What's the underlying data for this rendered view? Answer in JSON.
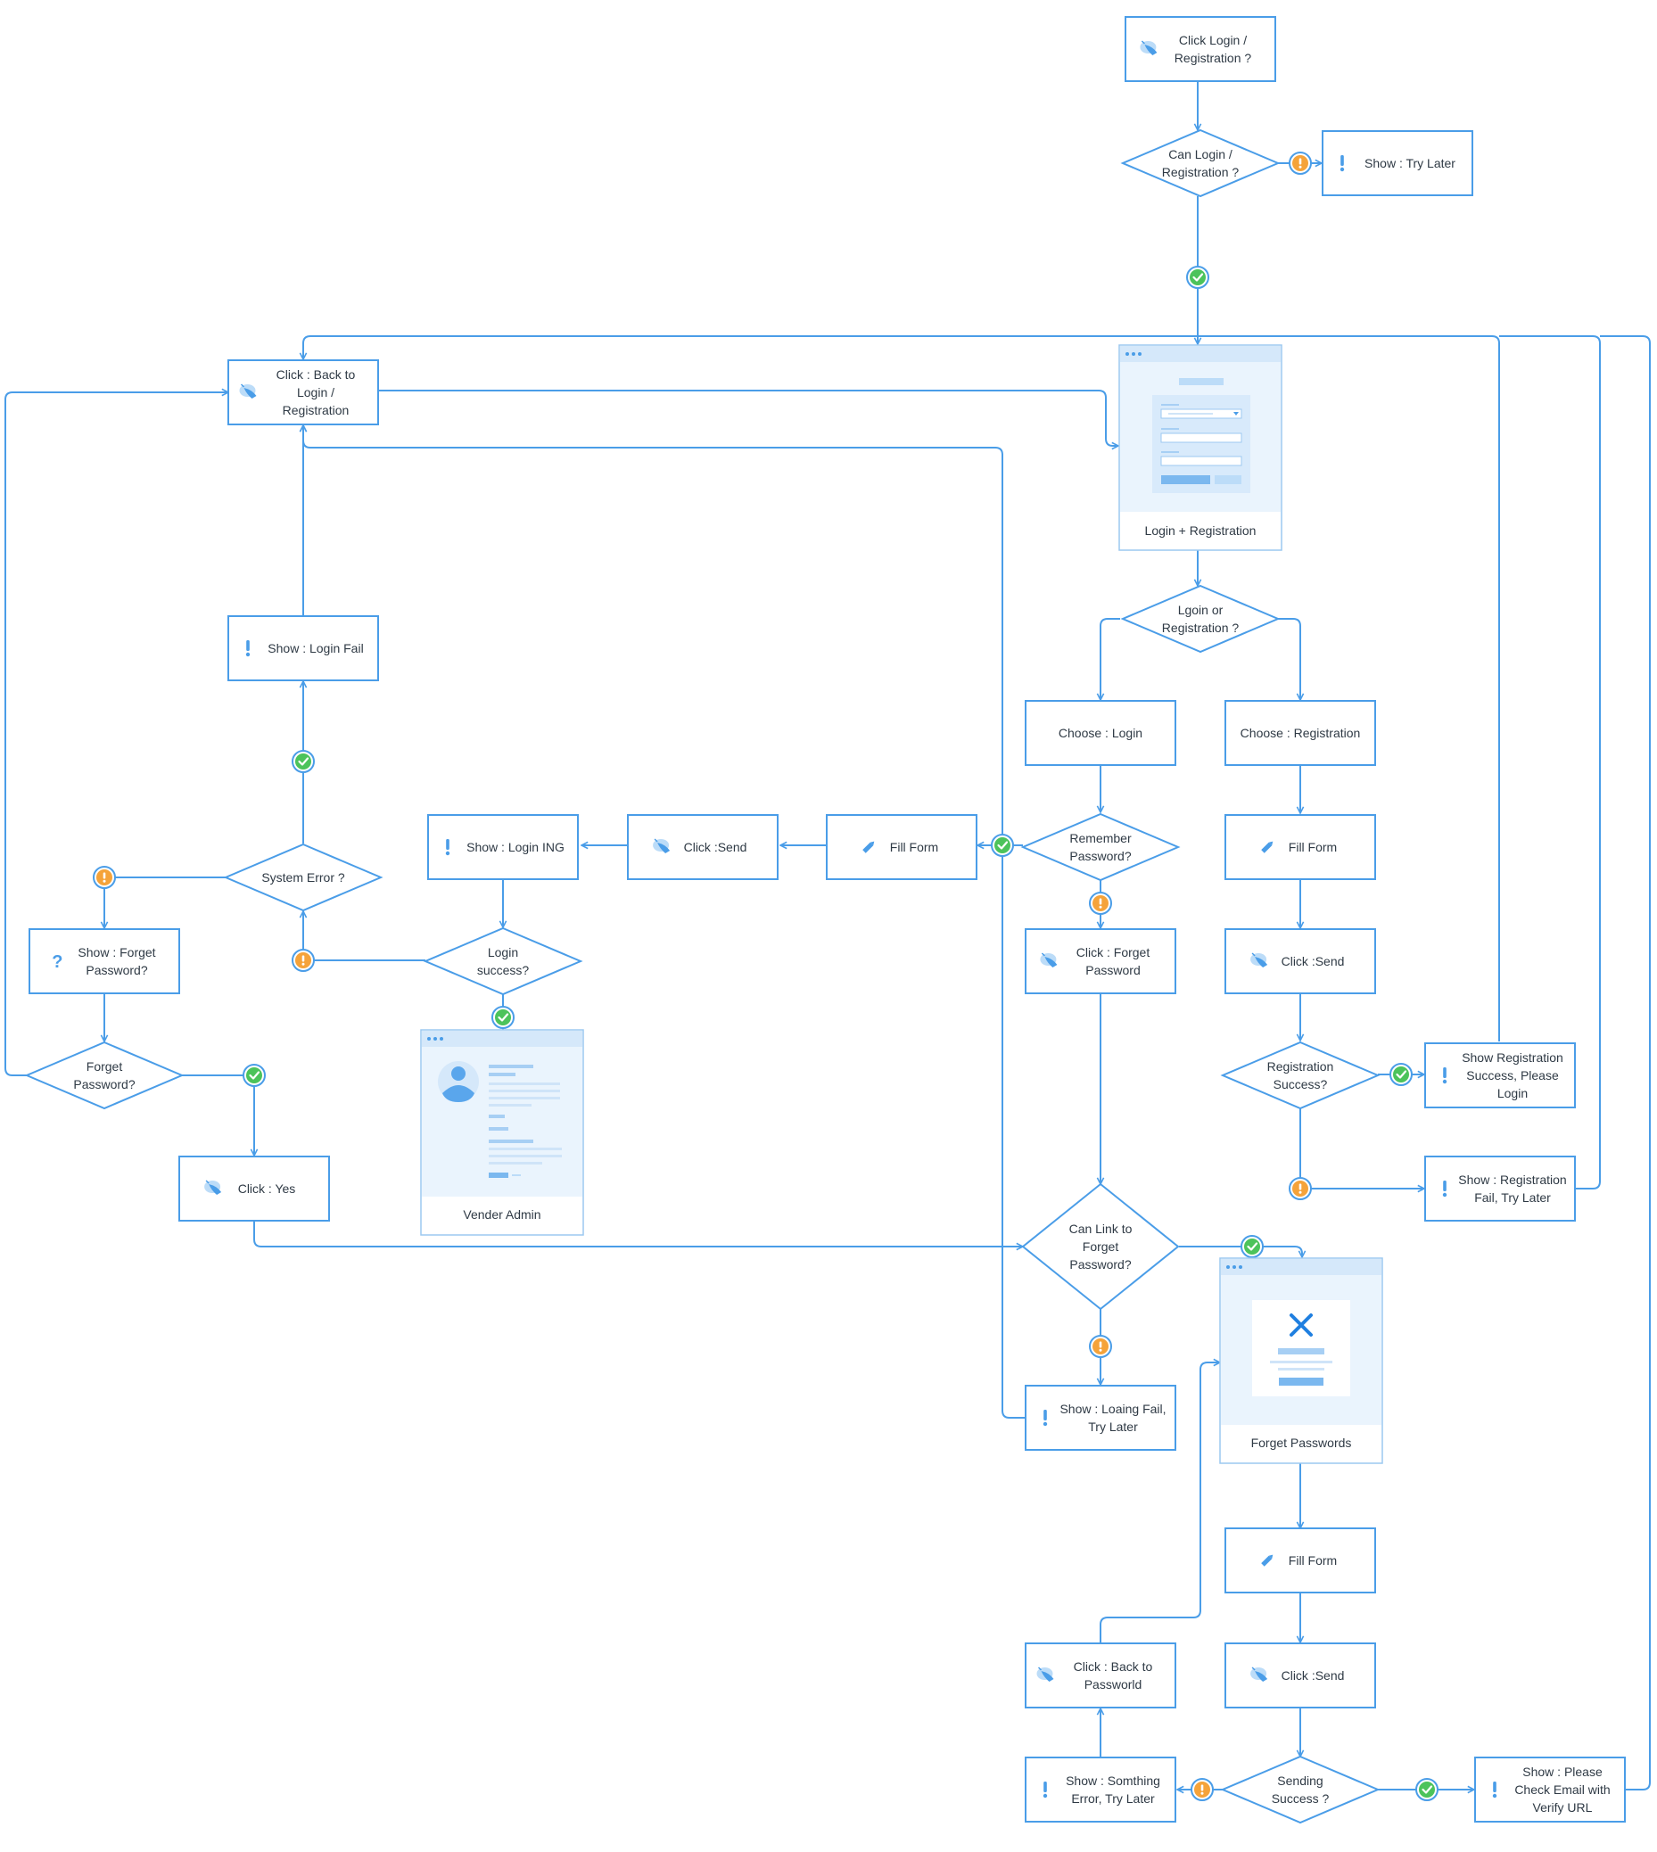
{
  "colors": {
    "stroke": "#4a9de8",
    "ok": "#4cc35b",
    "warn": "#f5a33a",
    "panel": "#eaf4fd",
    "panel_bar": "#d5e8fa",
    "accent": "#7bb8ef"
  },
  "nodes": {
    "click_login": {
      "lines": [
        "Click Login /",
        "Registration ?"
      ],
      "icon": "cursor-click-icon"
    },
    "can_login": {
      "lines": [
        "Can Login /",
        "Registration ?"
      ]
    },
    "try_later_top": {
      "lines": [
        "Show : Try Later"
      ],
      "icon": "alert-icon"
    },
    "back_to_login": {
      "lines": [
        "Click : Back to",
        "Login /",
        "Registration"
      ],
      "icon": "cursor-click-icon"
    },
    "login_screen": {
      "caption": "Login + Registration"
    },
    "login_or_reg": {
      "lines": [
        "Lgoin or",
        "Registration ?"
      ]
    },
    "choose_login": {
      "lines": [
        "Choose : Login"
      ]
    },
    "choose_reg": {
      "lines": [
        "Choose : Registration"
      ]
    },
    "login_fail": {
      "lines": [
        "Show : Login Fail"
      ],
      "icon": "alert-icon"
    },
    "system_error": {
      "lines": [
        "System Error ?"
      ]
    },
    "login_ing": {
      "lines": [
        "Show : Login ING"
      ],
      "icon": "alert-icon"
    },
    "click_send_login": {
      "lines": [
        "Click :Send"
      ],
      "icon": "cursor-click-icon"
    },
    "fill_form_login": {
      "lines": [
        "Fill Form"
      ],
      "icon": "pencil-icon"
    },
    "remember_pwd": {
      "lines": [
        "Remember",
        "Password?"
      ]
    },
    "fill_form_reg": {
      "lines": [
        "Fill Form"
      ],
      "icon": "pencil-icon"
    },
    "forget_q": {
      "lines": [
        "Show : Forget",
        "Password?"
      ],
      "icon": "question-icon"
    },
    "login_success": {
      "lines": [
        "Login",
        "success?"
      ]
    },
    "click_forget": {
      "lines": [
        "Click : Forget",
        "Password"
      ],
      "icon": "cursor-click-icon"
    },
    "click_send_reg": {
      "lines": [
        "Click :Send"
      ],
      "icon": "cursor-click-icon"
    },
    "forget_pwd_dec": {
      "lines": [
        "Forget",
        "Password?"
      ]
    },
    "vender_admin": {
      "caption": "Vender Admin"
    },
    "reg_success": {
      "lines": [
        "Registration",
        "Success?"
      ]
    },
    "reg_success_msg": {
      "lines": [
        "Show Registration",
        "Success, Please",
        "Login"
      ],
      "icon": "alert-icon"
    },
    "click_yes": {
      "lines": [
        "Click : Yes"
      ],
      "icon": "cursor-click-icon"
    },
    "reg_fail": {
      "lines": [
        "Show : Registration",
        "Fail, Try Later"
      ],
      "icon": "alert-icon"
    },
    "can_link": {
      "lines": [
        "Can Link to",
        "Forget",
        "Password?"
      ]
    },
    "forget_screen": {
      "caption": "Forget Passwords"
    },
    "loading_fail": {
      "lines": [
        "Show : Loaing Fail,",
        "Try Later"
      ],
      "icon": "alert-icon"
    },
    "fill_form_fp": {
      "lines": [
        "Fill Form"
      ],
      "icon": "pencil-icon"
    },
    "back_to_pwd": {
      "lines": [
        "Click : Back to",
        "Passworld"
      ],
      "icon": "cursor-click-icon"
    },
    "click_send_fp": {
      "lines": [
        "Click :Send"
      ],
      "icon": "cursor-click-icon"
    },
    "something_error": {
      "lines": [
        "Show : Somthing",
        "Error, Try Later"
      ],
      "icon": "alert-icon"
    },
    "sending_success": {
      "lines": [
        "Sending",
        "Success ?"
      ]
    },
    "check_email": {
      "lines": [
        "Show : Please",
        "Check Email with",
        "Verify URL"
      ],
      "icon": "alert-icon"
    }
  }
}
